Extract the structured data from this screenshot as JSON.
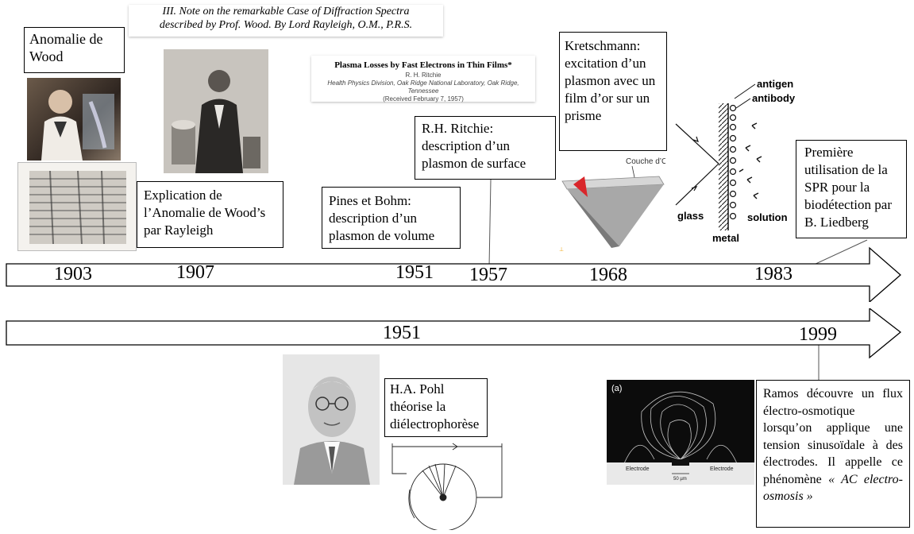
{
  "header": {
    "rayleigh_title_line1": "III. Note on the remarkable Case of Diffraction Spectra",
    "rayleigh_title_line2": "described by Prof. Wood. By Lord Rayleigh, O.M., P.R.S.",
    "ritchie_title": "Plasma Losses by Fast Electrons in Thin Films*",
    "ritchie_author": "R. H. Ritchie",
    "ritchie_affiliation": "Health Physics Division, Oak Ridge National Laboratory, Oak Ridge, Tennessee",
    "ritchie_received": "(Received February 7, 1957)"
  },
  "boxes": {
    "wood_anomaly": "Anomalie de Wood",
    "rayleigh_explanation": "Explication de l’Anomalie de Wood’s par Rayleigh",
    "pines_bohm": "Pines et Bohm: description d’un plasmon de volume",
    "ritchie": "R.H. Ritchie: description d’un plasmon de surface",
    "kretschmann": "Kretschmann: excitation d’un plasmon avec un film d’or sur un prisme",
    "liedberg": "Première utilisation de la SPR pour la biodétection par B. Liedberg",
    "pohl": "H.A. Pohl théorise la diélectrophorèse",
    "ramos_main": "Ramos découvre un flux électro-osmotique lorsqu’on applique une tension sinusoïdale à des électrodes. Il appelle ce phénomène",
    "ramos_italic": "« AC electro-osmosis »"
  },
  "timeline_top": {
    "years": [
      "1903",
      "1907",
      "1951",
      "1957",
      "1968",
      "1983"
    ]
  },
  "timeline_bottom": {
    "years": [
      "1951",
      "1999"
    ]
  },
  "diagrams": {
    "couche_or_label": "Couche d’Or",
    "antigen_label": "antigen",
    "antibody_label": "antibody",
    "glass_label": "glass",
    "metal_label": "metal",
    "solution_label": "solution",
    "ramos_panel_label": "(a)",
    "electrode_left": "Electrode",
    "electrode_right": "Electrode",
    "scale_label": "50 µm"
  },
  "colors": {
    "prism_red": "#d9262b",
    "prism_grey": "#9a9a9a",
    "arrow_stroke": "#000000"
  }
}
